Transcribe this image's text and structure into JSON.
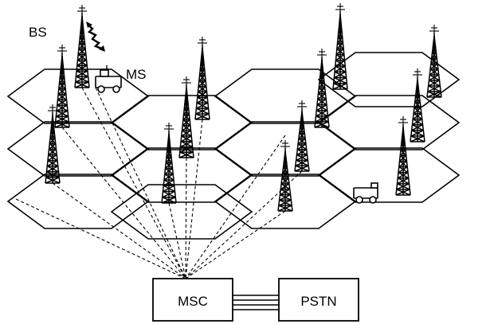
{
  "labels": {
    "base_station": "BS",
    "mobile_station": "MS"
  },
  "switching": {
    "msc": "MSC",
    "pstn": "PSTN"
  }
}
